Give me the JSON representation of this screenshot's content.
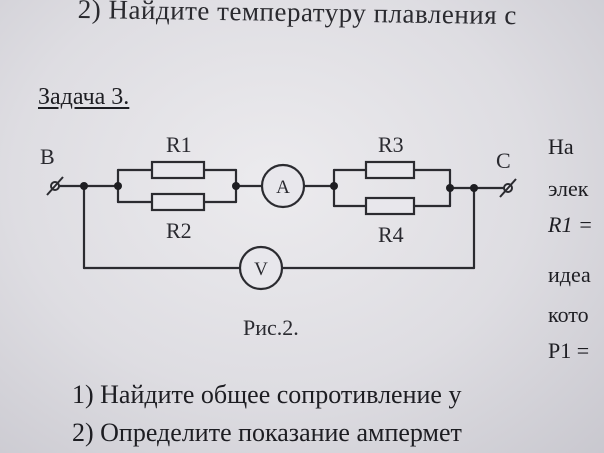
{
  "page": {
    "top_line": "2) Найдите температуру плавления с",
    "task_title": "Задача 3.",
    "right_fragments": [
      "На",
      "элек",
      "R1 =",
      "идеа",
      "кото",
      "P1 ="
    ],
    "question_1": "1) Найдите общее сопротивление у",
    "question_2": "2) Определите показание ампермет"
  },
  "diagram": {
    "node_b": "B",
    "node_c": "C",
    "r1_label": "R1",
    "r2_label": "R2",
    "r3_label": "R3",
    "r4_label": "R4",
    "ammeter_label": "A",
    "voltmeter_label": "V",
    "caption": "Рис.2."
  }
}
